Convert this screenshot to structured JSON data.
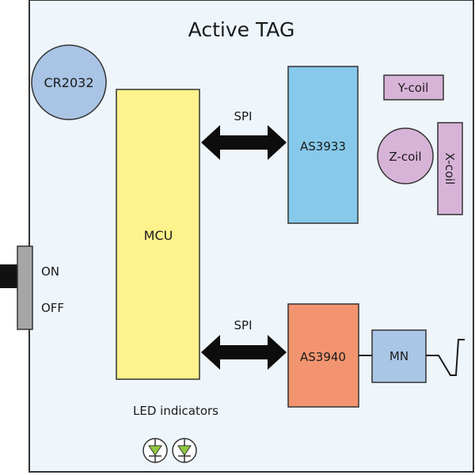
{
  "title": "Active TAG",
  "battery": {
    "label": "CR2032",
    "color": "#a9c4e4"
  },
  "mcu": {
    "label": "MCU",
    "color": "#fdf28c"
  },
  "as3933": {
    "label": "AS3933",
    "color": "#86c9ea"
  },
  "as3940": {
    "label": "AS3940",
    "color": "#f2946f"
  },
  "mn": {
    "label": "MN",
    "color": "#a9c6e6"
  },
  "coils": {
    "y": "Y-coil",
    "z": "Z-coil",
    "x": "X-coil",
    "color": "#d8b3d8"
  },
  "bus_top": {
    "label": "SPI"
  },
  "bus_bottom": {
    "label": "SPI"
  },
  "switch": {
    "on": "ON",
    "off": "OFF"
  },
  "led": {
    "label": "LED indicators",
    "color": "#8fc83d"
  },
  "board_color": "#eef5fb"
}
